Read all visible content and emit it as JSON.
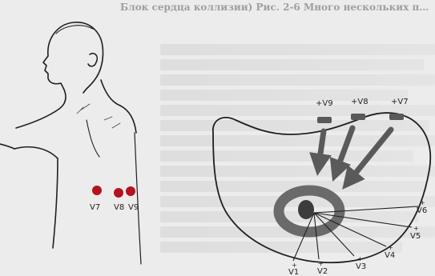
{
  "header": {
    "text": "Блок сердца коллизии) Рис. 2-6 Много нескольких п…"
  },
  "figure": {
    "back_leads": [
      "V7",
      "V8",
      "V9"
    ],
    "transverse_leads": [
      "V1",
      "V2",
      "V3",
      "V4",
      "V5",
      "V6"
    ],
    "posterior_electrodes": [
      "+V9",
      "+V8",
      "+V7"
    ]
  },
  "colors": {
    "ink": "#1f1f1f",
    "ring": "#6a6a6a",
    "electrode": "#b51220",
    "paper": "#ececec"
  }
}
